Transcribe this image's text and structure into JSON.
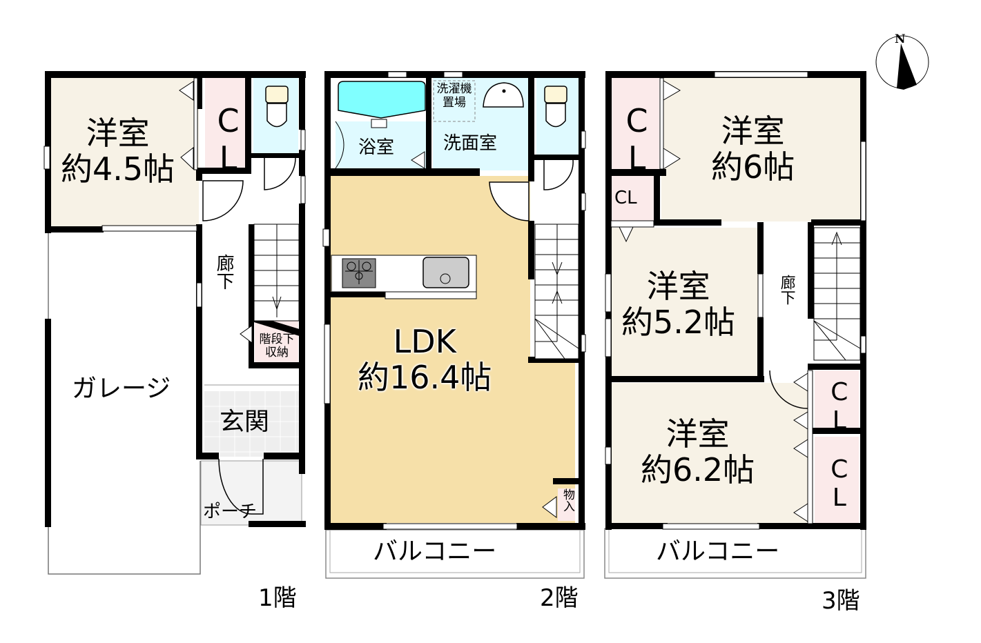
{
  "colors": {
    "wall": "#000000",
    "western_room": "#f7f2e6",
    "closet": "#fbeaea",
    "water_area": "#dffaff",
    "bathtub": "#80ffff",
    "ldk": "#f6e0a9",
    "entrance_tile": "#eeeeee",
    "porch_tile": "#f3f3f3"
  },
  "compass": {
    "icon": "north-arrow-icon",
    "label": "N"
  },
  "floors": [
    {
      "label": "1階",
      "rooms": {
        "western": {
          "name": "洋室",
          "size": "約4.5帖"
        },
        "closet": "CL",
        "hallway": "廊下",
        "under_stairs": "階段下収納",
        "garage": "ガレージ",
        "entrance": "玄関",
        "porch": "ポーチ"
      }
    },
    {
      "label": "2階",
      "rooms": {
        "bath": "浴室",
        "washroom": "洗面室",
        "washer_space": "洗濯機置場",
        "ldk": {
          "name": "LDK",
          "size": "約16.4帖"
        },
        "storage": "物入",
        "balcony": "バルコニー"
      }
    },
    {
      "label": "3階",
      "rooms": {
        "western_a": {
          "name": "洋室",
          "size": "約6帖"
        },
        "western_b": {
          "name": "洋室",
          "size": "約5.2帖"
        },
        "western_c": {
          "name": "洋室",
          "size": "約6.2帖"
        },
        "closet_a": "CL",
        "closet_b": "CL",
        "closet_c": "CL",
        "closet_d": "CL",
        "hallway": "廊下",
        "balcony": "バルコニー"
      }
    }
  ]
}
